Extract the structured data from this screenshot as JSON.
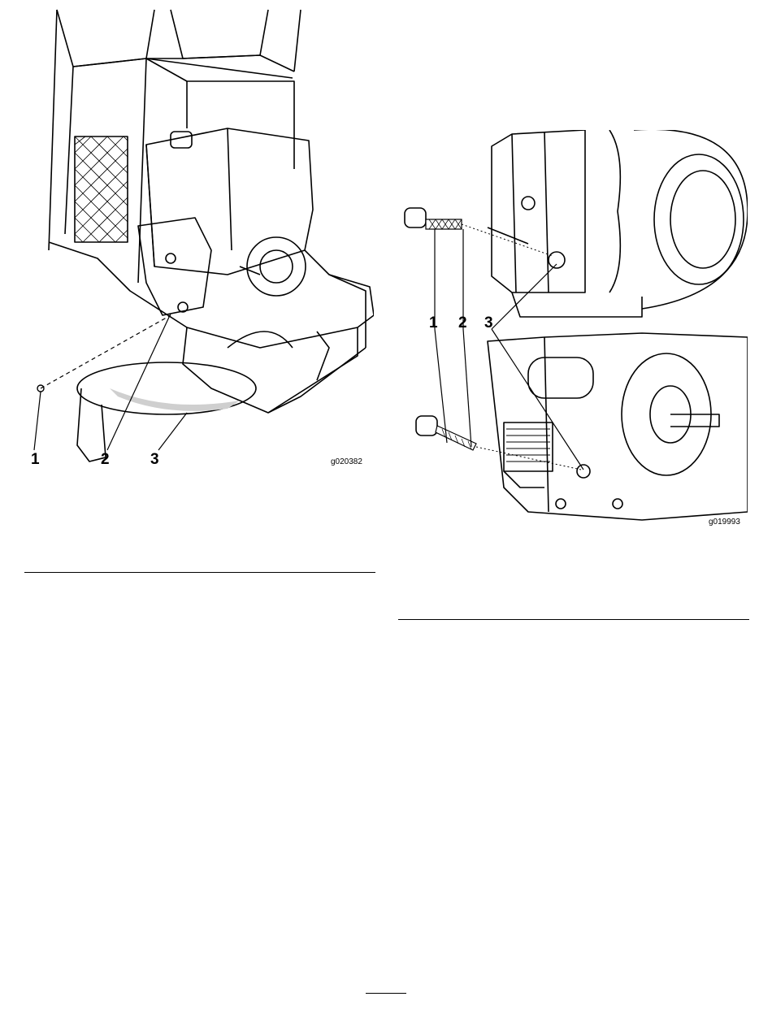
{
  "figures": [
    {
      "id": "g020382",
      "callouts": [
        "1",
        "2",
        "3"
      ]
    },
    {
      "id": "g019993",
      "callouts": [
        "1",
        "2",
        "3"
      ]
    }
  ]
}
